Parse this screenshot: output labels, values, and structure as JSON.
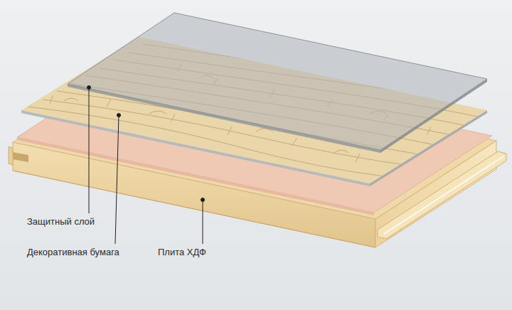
{
  "diagram": {
    "labels": [
      "Защитный слой",
      "Декоративная бумага",
      "Плита ХДФ"
    ]
  }
}
